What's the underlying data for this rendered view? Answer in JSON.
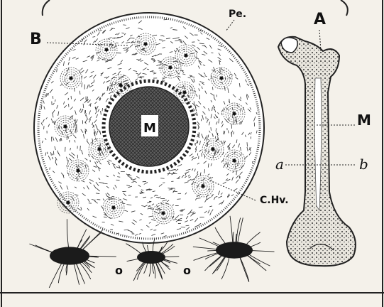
{
  "figure": {
    "labels": {
      "b": "B",
      "pe": "Pe.",
      "m_center": "M",
      "chv": "C.Hv.",
      "a_upper": "A",
      "m_right": "M",
      "a_lower": "a",
      "b_lower": "b",
      "o_left": "o",
      "o_right": "o"
    }
  }
}
